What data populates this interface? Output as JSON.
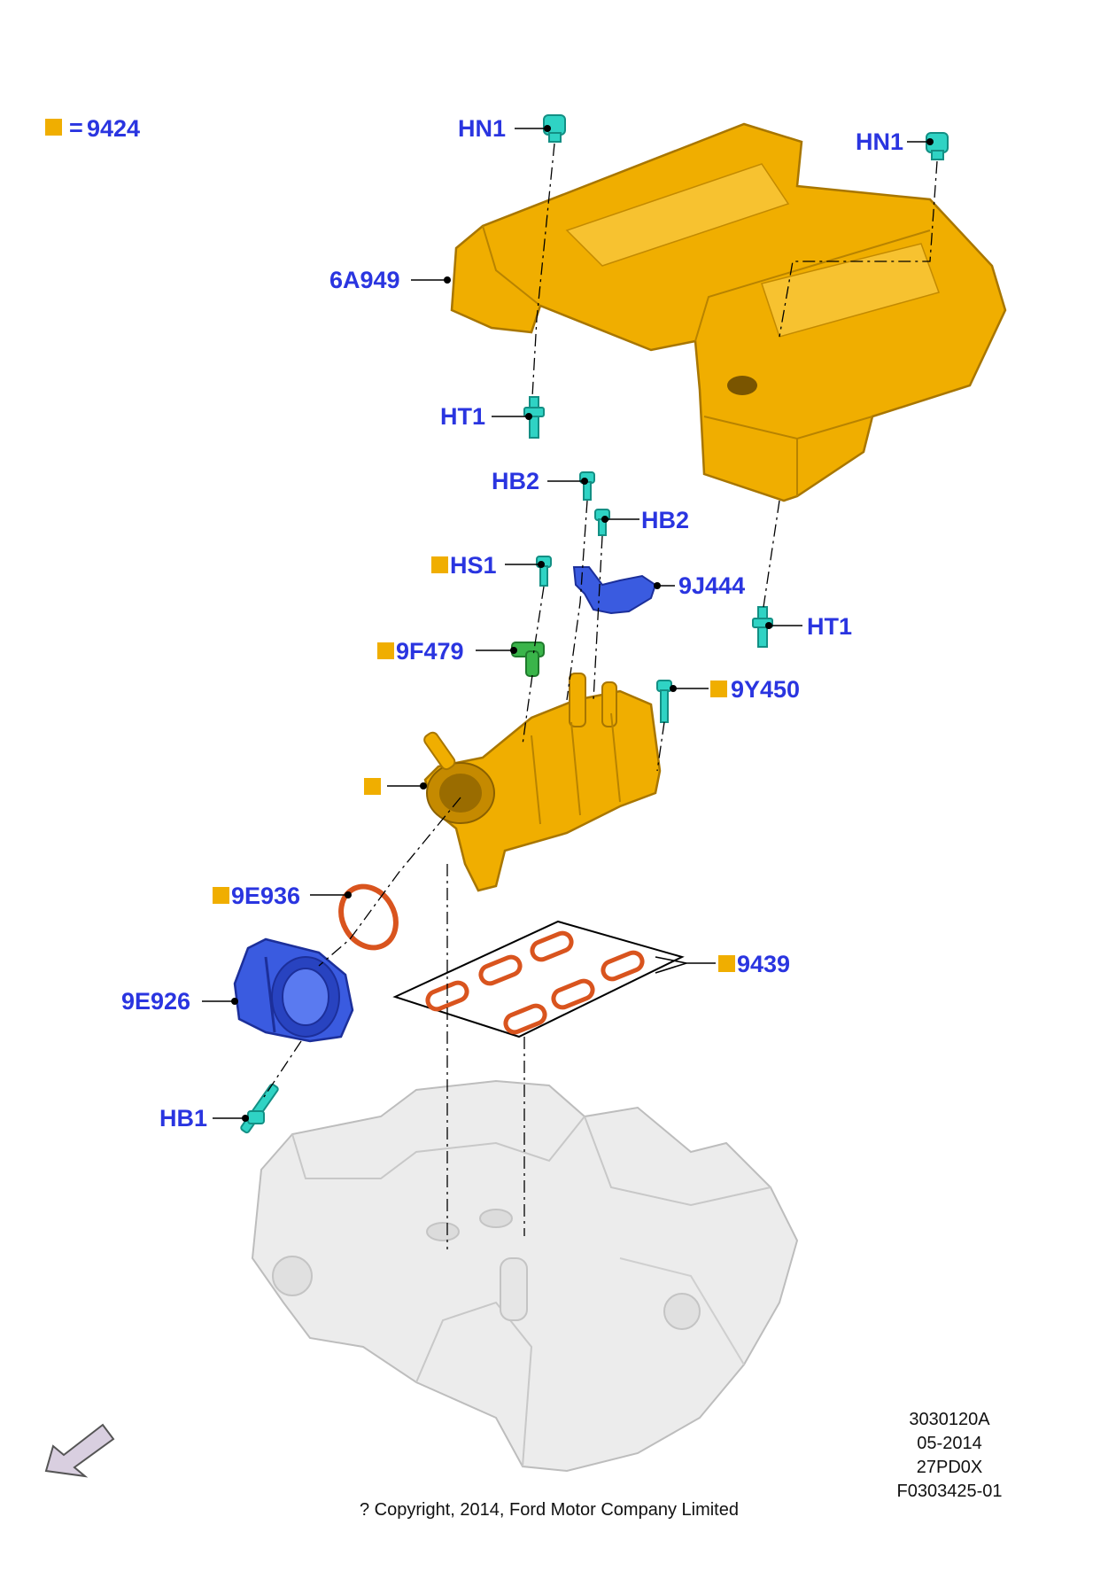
{
  "legend": {
    "equals": "=",
    "code": "9424"
  },
  "labels": {
    "hn1_left": "HN1",
    "hn1_right": "HN1",
    "cover": "6A949",
    "ht1_left": "HT1",
    "hb2_top": "HB2",
    "hb2_second": "HB2",
    "hs1": "HS1",
    "bracket": "9J444",
    "ht1_right": "HT1",
    "hose": "9F479",
    "stud": "9Y450",
    "oring": "9E936",
    "gasket": "9439",
    "throttle_body": "9E926",
    "hb1": "HB1"
  },
  "meta": {
    "line1": "3030120A",
    "line2": "05-2014",
    "line3": "27PD0X",
    "line4": "F0303425-01"
  },
  "copyright": "? Copyright, 2014, Ford Motor Company Limited",
  "colors": {
    "label_blue": "#2a35e0",
    "part_yellow": "#f0ae00",
    "fastener_cyan": "#2fd3c4",
    "hose_green": "#3ab54a",
    "bracket_blue": "#3650d8",
    "gasket_orange": "#d9541e",
    "engine_gray": "#e3e3e3"
  }
}
